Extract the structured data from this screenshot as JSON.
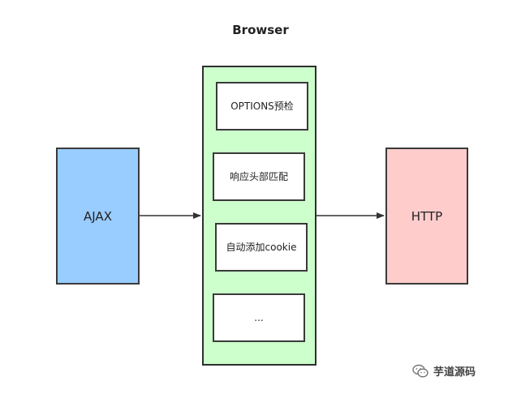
{
  "title": "Browser",
  "nodes": {
    "ajax": "AJAX",
    "http": "HTTP",
    "browser_steps": [
      "OPTIONS预检",
      "响应头部匹配",
      "自动添加cookie",
      "..."
    ]
  },
  "watermark": {
    "text": "芋道源码",
    "icon": "wechat-icon"
  },
  "colors": {
    "ajax": "#99ccff",
    "http": "#ffcccc",
    "browser": "#ccffcc",
    "border": "#3a3a3a"
  }
}
